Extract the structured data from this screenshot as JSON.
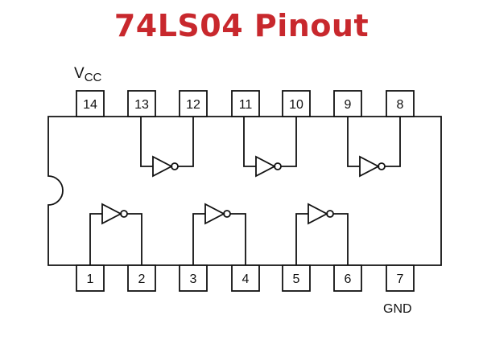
{
  "title": "74LS04 Pinout",
  "title_color": "#c8282d",
  "line_color": "#111111",
  "chip": {
    "top_pins": [
      "14",
      "13",
      "12",
      "11",
      "10",
      "9",
      "8"
    ],
    "bottom_pins": [
      "1",
      "2",
      "3",
      "4",
      "5",
      "6",
      "7"
    ],
    "vcc_main": "V",
    "vcc_sub": "CC",
    "gnd_label": "GND"
  }
}
